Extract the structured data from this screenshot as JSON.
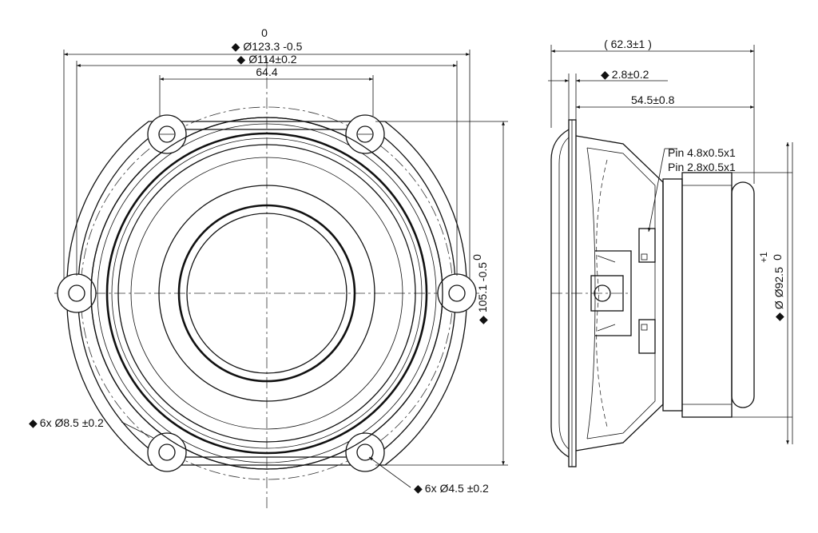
{
  "front_view": {
    "tol_top": "0",
    "outer_diameter": "Ø123.3 -0.5",
    "bolt_circle": "Ø114±0.2",
    "flat_width": "64.4",
    "height_tol": "0",
    "height_value": "105.1 -0.5",
    "holes_large": "6x Ø8.5 ±0.2",
    "holes_small": "6x Ø4.5 ±0.2"
  },
  "side_view": {
    "overall_depth": "( 62.3±1 )",
    "flange_thickness": "2.8±0.2",
    "mount_depth": "54.5±0.8",
    "pin_large": "Pin 4.8x0.5x1",
    "pin_small": "Pin 2.8x0.5x1",
    "magnet_tol_plus": "+1",
    "magnet_tol_zero": "0",
    "magnet_diameter": "Ø Ø92.5"
  },
  "symbols": {
    "diamond": "◆"
  }
}
